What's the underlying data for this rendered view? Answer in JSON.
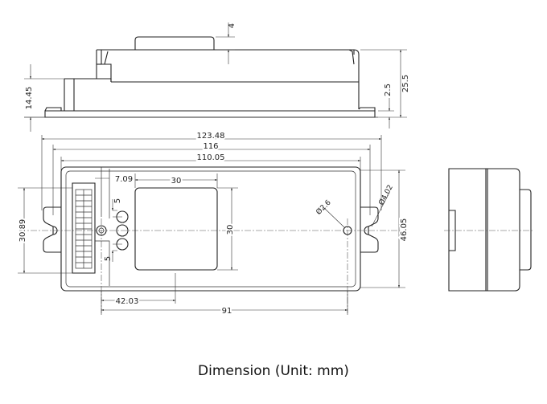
{
  "caption": "Dimension (Unit: mm)",
  "dimensions": {
    "top_bump_height": "4",
    "side_height_total": "25.5",
    "side_step": "2.5",
    "base_height": "14.45",
    "overall_length": "123.48",
    "mount_hole_spacing": "116",
    "body_length": "110.05",
    "terminal_width": "7.09",
    "window_width": "30",
    "window_height": "30",
    "pitch_a": "5",
    "pitch_b": "5",
    "hole_dia": "Ø2.6",
    "slot_dia": "Ø4.02",
    "left_height": "30.89",
    "body_height": "46.05",
    "offset_left": "42.03",
    "offset_total": "91"
  }
}
